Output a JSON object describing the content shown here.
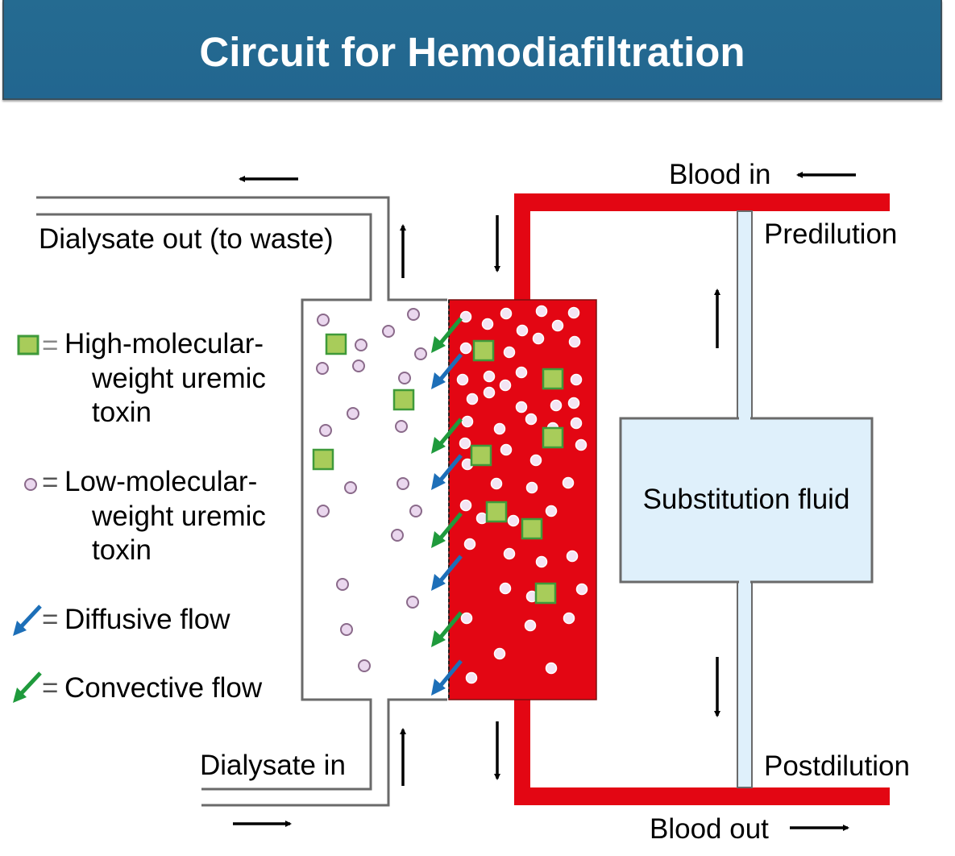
{
  "title": "Circuit for Hemodiafiltration",
  "labels": {
    "dialysate_out": "Dialysate out (to waste)",
    "dialysate_in": "Dialysate in",
    "blood_in": "Blood in",
    "blood_out": "Blood out",
    "predilution": "Predilution",
    "postdilution": "Postdilution",
    "substitution_fluid": "Substitution fluid"
  },
  "legend": [
    {
      "symbol": "green-square-icon",
      "eq": "=",
      "lines": [
        "High-molecular-",
        "weight uremic",
        "toxin"
      ]
    },
    {
      "symbol": "pink-circle-icon",
      "eq": "=",
      "lines": [
        "Low-molecular-",
        "weight uremic",
        "toxin"
      ]
    },
    {
      "symbol": "blue-arrow-icon",
      "eq": "=",
      "lines": [
        "Diffusive flow"
      ]
    },
    {
      "symbol": "green-arrow-icon",
      "eq": "=",
      "lines": [
        "Convective flow"
      ]
    }
  ],
  "colors": {
    "title_bg": "#236890",
    "blood": "#e30613",
    "substitution": "#dff0fb",
    "high_mw": "#a8cc5a",
    "low_mw": "#ead7ee",
    "diffusive": "#1d6fb8",
    "convective": "#1f9a3c"
  }
}
